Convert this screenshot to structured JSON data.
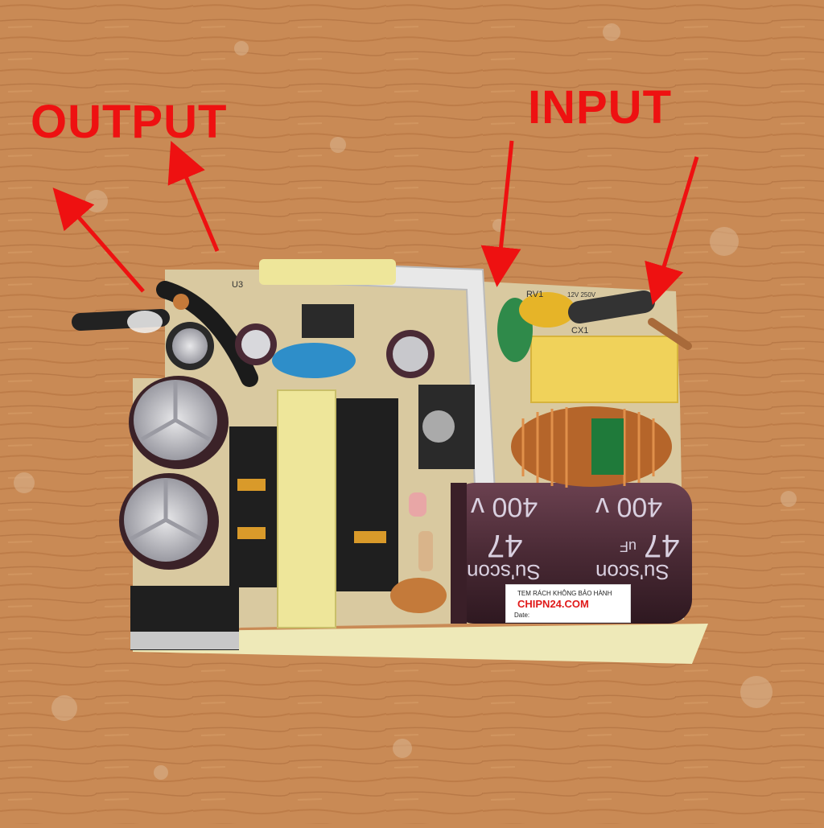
{
  "annotations": {
    "output_label": "OUTPUT",
    "input_label": "INPUT",
    "arrow_color": "#ee1111"
  },
  "board": {
    "silkscreen": {
      "u3": "U3",
      "rv1": "RV1",
      "cx1": "CX1",
      "rv_rating": "12V 250V"
    },
    "bulk_capacitor": {
      "brand": "Su'scon",
      "capacitance": "47",
      "unit": "uF",
      "voltage": "400 v"
    },
    "sticker": {
      "line1": "TEM RÁCH KHÔNG BẢO HÀNH",
      "line2": "CHIPN24.COM",
      "line3": "Date:"
    }
  },
  "colors": {
    "background": "#c98a55",
    "pcb": "#d9c9a0",
    "transformer_tape": "#eee69a",
    "bulk_cap": "#4a2a35",
    "x_cap": "#f0d25a",
    "inductor_copper": "#b5652a"
  }
}
